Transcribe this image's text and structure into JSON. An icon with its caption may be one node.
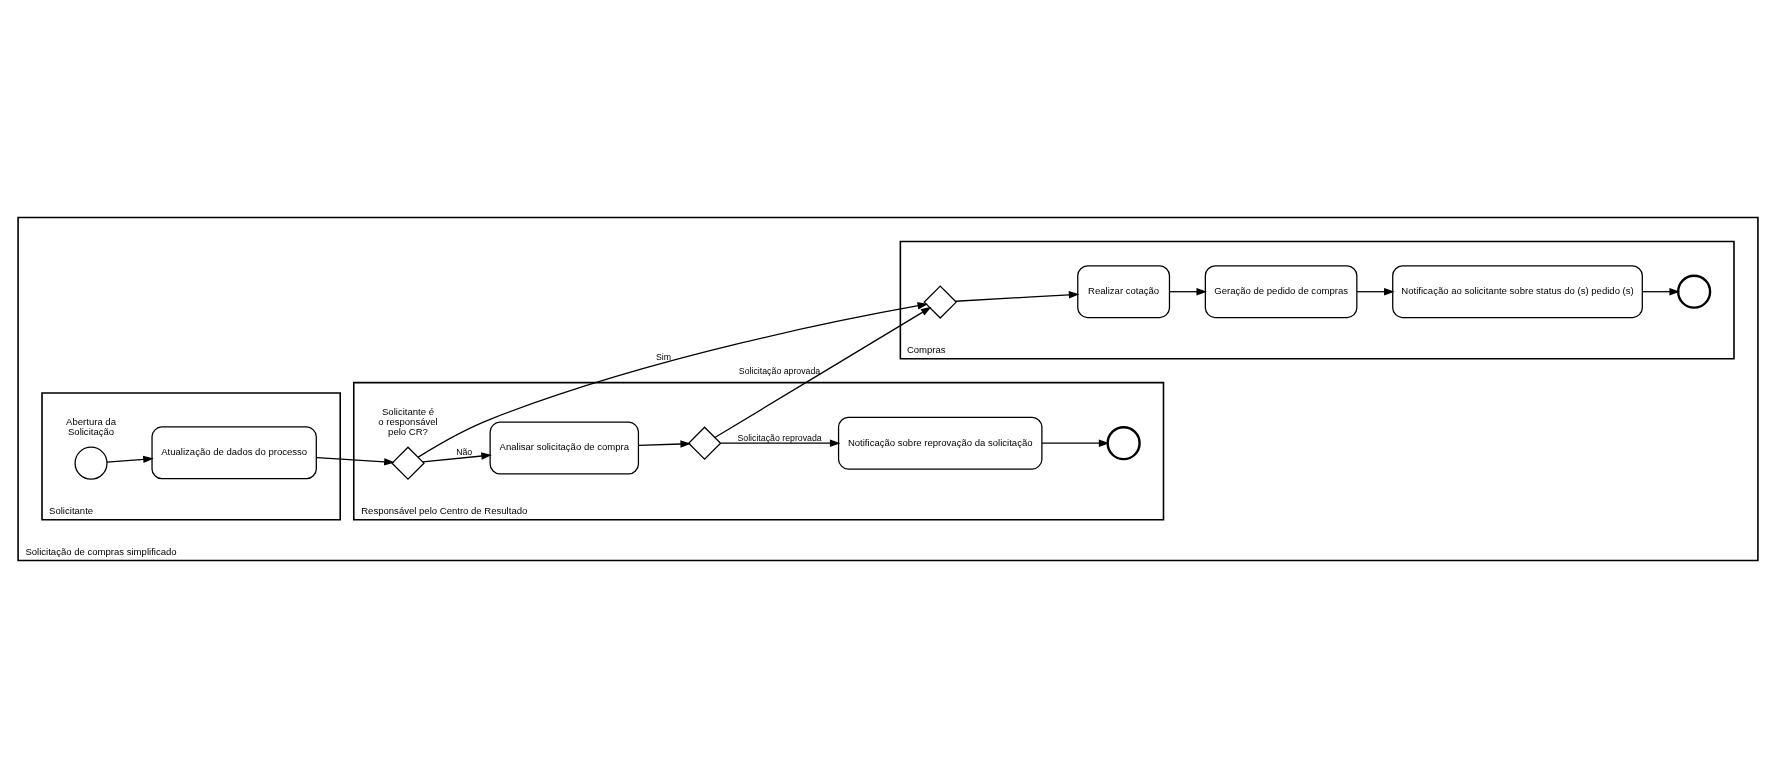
{
  "diagram": {
    "nodes": [
      {
        "text": [
          "Solicitação de compras simplificado"
        ]
      },
      {
        "text": [
          "Solicitante"
        ],
        "in": 0
      },
      {
        "text": [
          "Responsável pelo Centro de Resultado"
        ],
        "in": 0
      },
      {
        "text": [
          "Compras"
        ],
        "in": 0
      },
      {
        "text": [],
        "shape": "circle",
        "beside": [
          "Abertura da Solicitação"
        ],
        "in": 1
      },
      {
        "text": [
          "Atualização de dados do processo"
        ],
        "in": 1
      },
      {
        "text": [],
        "shape": "diamond",
        "beside": [
          "Solicitante é o responsável pelo CR?"
        ],
        "in": 2
      },
      {
        "text": [
          "Analisar solicitação de compra"
        ],
        "in": 2
      },
      {
        "text": [],
        "shape": "diamond",
        "in": 2
      },
      {
        "text": [
          "Notificação sobre reprovação da solicitação"
        ],
        "in": 2
      },
      {
        "text": [],
        "shape": "circle",
        "in": 2
      },
      {
        "text": [],
        "shape": "diamond",
        "in": 3
      },
      {
        "text": [
          "Realizar cotação"
        ],
        "in": 3
      },
      {
        "text": [
          "Geração de pedido de compras"
        ],
        "in": 3
      },
      {
        "text": [
          "Notificação ao solicitante sobre status do (s) pedido (s)"
        ],
        "in": 3
      },
      {
        "text": [],
        "shape": "circle",
        "in": 3
      }
    ],
    "edges": [
      {
        "from": 4,
        "to": 5,
        "arrow": "to"
      },
      {
        "from": 5,
        "to": 6,
        "arrow": "to"
      },
      {
        "from": 6,
        "to": 7,
        "arrow": "to",
        "label": "Não"
      },
      {
        "from": 6,
        "to": 11,
        "arrow": "to",
        "label": "Sim"
      },
      {
        "from": 7,
        "to": 8,
        "arrow": "to"
      },
      {
        "from": 8,
        "to": 9,
        "arrow": "to",
        "label": "Solicitação reprovada"
      },
      {
        "from": 8,
        "to": 11,
        "arrow": "to",
        "label": "Solicitação aprovada"
      },
      {
        "from": 9,
        "to": 10,
        "arrow": "to"
      },
      {
        "from": 11,
        "to": 12,
        "arrow": "to"
      },
      {
        "from": 12,
        "to": 13,
        "arrow": "to"
      },
      {
        "from": 13,
        "to": 14,
        "arrow": "to"
      },
      {
        "from": 14,
        "to": 15,
        "arrow": "to"
      }
    ]
  }
}
